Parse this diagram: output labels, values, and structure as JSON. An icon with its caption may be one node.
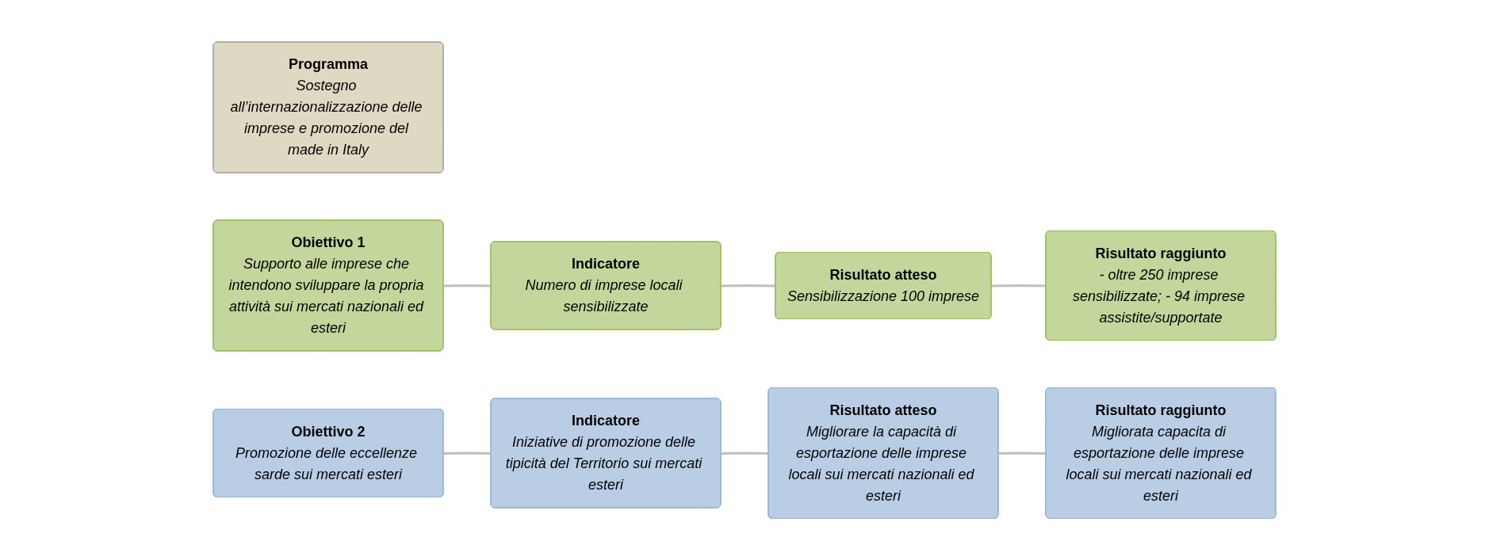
{
  "diagram": {
    "nodes": [
      {
        "text": [
          "Programma",
          "Sostegno all’internazionalizzazione delle imprese e promozione del made in Italy"
        ]
      },
      {
        "text": [
          "Obiettivo 1",
          "Supporto alle imprese che intendono sviluppare la propria attività sui mercati nazionali ed esteri"
        ]
      },
      {
        "text": [
          "Indicatore",
          "Numero di imprese locali sensibilizzate"
        ]
      },
      {
        "text": [
          "Risultato atteso",
          "Sensibilizzazione 100 imprese"
        ]
      },
      {
        "text": [
          "Risultato raggiunto",
          "- oltre 250 imprese sensibilizzate; - 94 imprese assistite/supportate"
        ]
      },
      {
        "text": [
          "Obiettivo 2",
          "Promozione delle eccellenze sarde sui mercati esteri"
        ]
      },
      {
        "text": [
          "Indicatore",
          "Iniziative di promozione delle tipicità del Territorio sui mercati esteri"
        ]
      },
      {
        "text": [
          "Risultato atteso",
          "Migliorare la capacità di esportazione delle imprese locali sui mercati nazionali ed esteri"
        ]
      },
      {
        "text": [
          "Risultato raggiunto",
          "Migliorata capacita di esportazione delle imprese locali sui mercati nazionali ed esteri"
        ]
      }
    ],
    "edges": [
      {
        "from": 1,
        "to": 2,
        "arrow": "none"
      },
      {
        "from": 2,
        "to": 3,
        "arrow": "none"
      },
      {
        "from": 3,
        "to": 4,
        "arrow": "none"
      },
      {
        "from": 5,
        "to": 6,
        "arrow": "none"
      },
      {
        "from": 6,
        "to": 7,
        "arrow": "none"
      },
      {
        "from": 7,
        "to": 8,
        "arrow": "none"
      }
    ]
  }
}
